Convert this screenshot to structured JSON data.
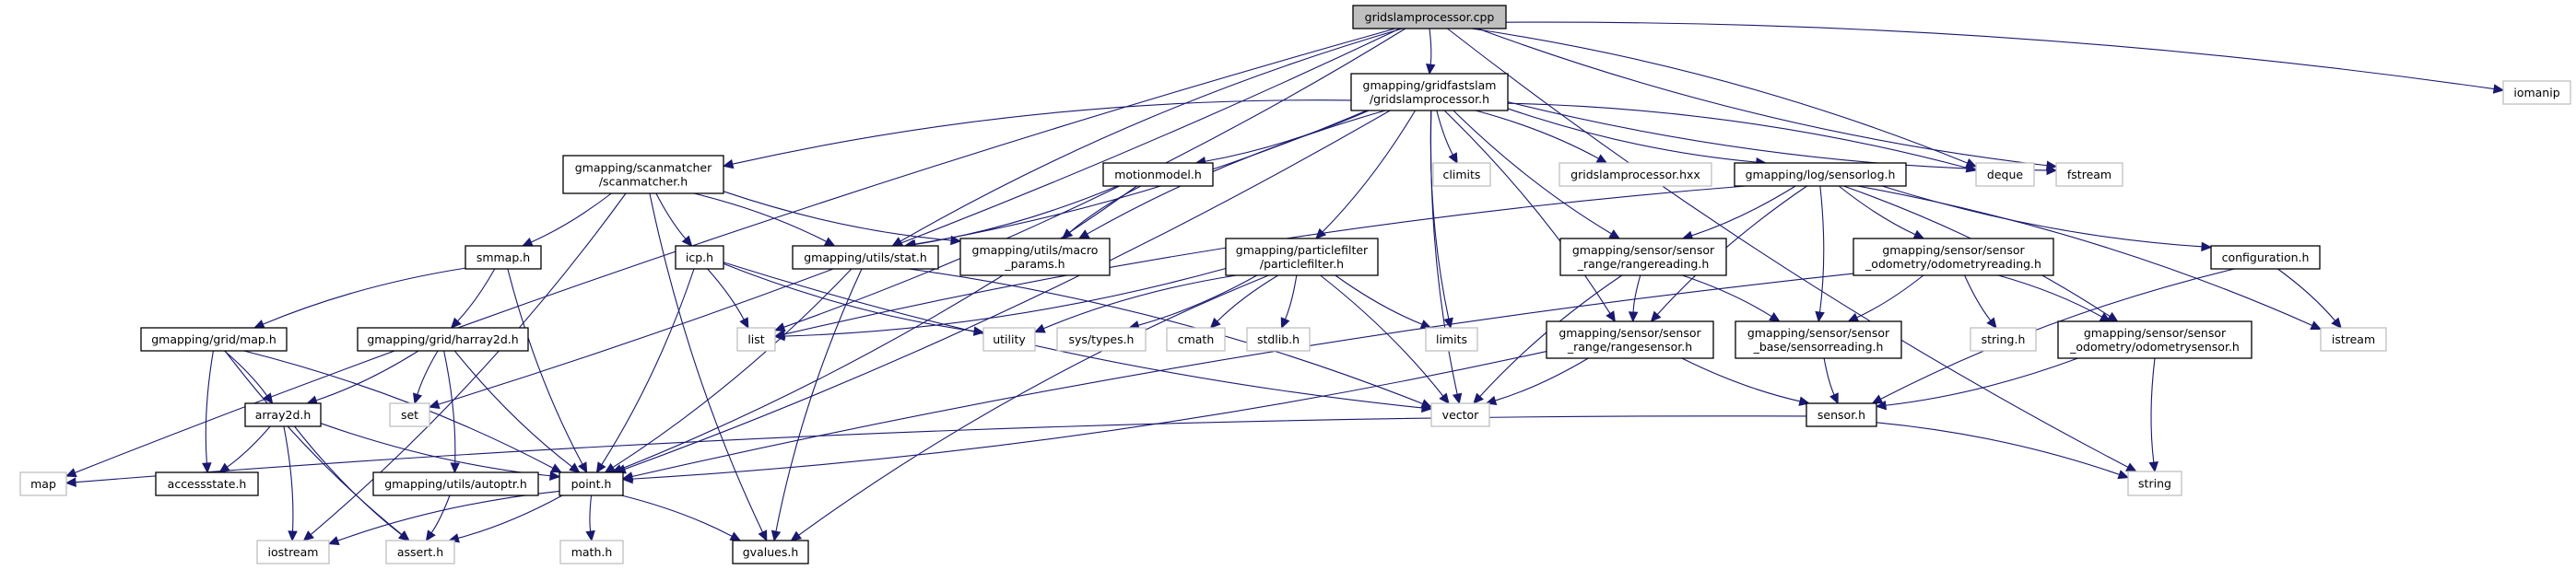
{
  "title": "gridslamprocessor.cpp include dependency graph",
  "colors": {
    "edge": "#191970",
    "root_fill": "#bfbfbf",
    "internal_border": "#000000",
    "external_border": "#bfbfbf"
  },
  "nodes": [
    {
      "id": "cpp",
      "label": [
        "gridslamprocessor.cpp"
      ],
      "kind": "root"
    },
    {
      "id": "gsp",
      "label": [
        "gmapping/gridfastslam",
        "/gridslamprocessor.h"
      ],
      "kind": "internal"
    },
    {
      "id": "scanmatcher",
      "label": [
        "gmapping/scanmatcher",
        "/scanmatcher.h"
      ],
      "kind": "internal"
    },
    {
      "id": "motionmodel",
      "label": [
        "motionmodel.h"
      ],
      "kind": "internal"
    },
    {
      "id": "climits",
      "label": [
        "climits"
      ],
      "kind": "external"
    },
    {
      "id": "hxx",
      "label": [
        "gridslamprocessor.hxx"
      ],
      "kind": "external"
    },
    {
      "id": "sensorlog",
      "label": [
        "gmapping/log/sensorlog.h"
      ],
      "kind": "internal"
    },
    {
      "id": "deque",
      "label": [
        "deque"
      ],
      "kind": "external"
    },
    {
      "id": "fstream",
      "label": [
        "fstream"
      ],
      "kind": "external"
    },
    {
      "id": "iomanip",
      "label": [
        "iomanip"
      ],
      "kind": "external"
    },
    {
      "id": "smmap",
      "label": [
        "smmap.h"
      ],
      "kind": "internal"
    },
    {
      "id": "icp",
      "label": [
        "icp.h"
      ],
      "kind": "internal"
    },
    {
      "id": "stat",
      "label": [
        "gmapping/utils/stat.h"
      ],
      "kind": "internal"
    },
    {
      "id": "macro",
      "label": [
        "gmapping/utils/macro",
        "_params.h"
      ],
      "kind": "internal"
    },
    {
      "id": "pf",
      "label": [
        "gmapping/particlefilter",
        "/particlefilter.h"
      ],
      "kind": "internal"
    },
    {
      "id": "rangereading",
      "label": [
        "gmapping/sensor/sensor",
        "_range/rangereading.h"
      ],
      "kind": "internal"
    },
    {
      "id": "odomreading",
      "label": [
        "gmapping/sensor/sensor",
        "_odometry/odometryreading.h"
      ],
      "kind": "internal"
    },
    {
      "id": "configuration",
      "label": [
        "configuration.h"
      ],
      "kind": "internal"
    },
    {
      "id": "mapgrid",
      "label": [
        "gmapping/grid/map.h"
      ],
      "kind": "internal"
    },
    {
      "id": "harray2d",
      "label": [
        "gmapping/grid/harray2d.h"
      ],
      "kind": "internal"
    },
    {
      "id": "list",
      "label": [
        "list"
      ],
      "kind": "external"
    },
    {
      "id": "utility",
      "label": [
        "utility"
      ],
      "kind": "external"
    },
    {
      "id": "systypes",
      "label": [
        "sys/types.h"
      ],
      "kind": "external"
    },
    {
      "id": "cmath",
      "label": [
        "cmath"
      ],
      "kind": "external"
    },
    {
      "id": "stdlib",
      "label": [
        "stdlib.h"
      ],
      "kind": "external"
    },
    {
      "id": "limits",
      "label": [
        "limits"
      ],
      "kind": "external"
    },
    {
      "id": "rangesensor",
      "label": [
        "gmapping/sensor/sensor",
        "_range/rangesensor.h"
      ],
      "kind": "internal"
    },
    {
      "id": "sensorreading",
      "label": [
        "gmapping/sensor/sensor",
        "_base/sensorreading.h"
      ],
      "kind": "internal"
    },
    {
      "id": "stringh",
      "label": [
        "string.h"
      ],
      "kind": "external"
    },
    {
      "id": "odomsensor",
      "label": [
        "gmapping/sensor/sensor",
        "_odometry/odometrysensor.h"
      ],
      "kind": "internal"
    },
    {
      "id": "istream",
      "label": [
        "istream"
      ],
      "kind": "external"
    },
    {
      "id": "array2d",
      "label": [
        "array2d.h"
      ],
      "kind": "internal"
    },
    {
      "id": "set",
      "label": [
        "set"
      ],
      "kind": "external"
    },
    {
      "id": "vector",
      "label": [
        "vector"
      ],
      "kind": "external"
    },
    {
      "id": "sensor",
      "label": [
        "sensor.h"
      ],
      "kind": "internal"
    },
    {
      "id": "map",
      "label": [
        "map"
      ],
      "kind": "external"
    },
    {
      "id": "accessstate",
      "label": [
        "accessstate.h"
      ],
      "kind": "internal"
    },
    {
      "id": "autoptr",
      "label": [
        "gmapping/utils/autoptr.h"
      ],
      "kind": "internal"
    },
    {
      "id": "point",
      "label": [
        "point.h"
      ],
      "kind": "internal"
    },
    {
      "id": "string",
      "label": [
        "string"
      ],
      "kind": "external"
    },
    {
      "id": "iostream",
      "label": [
        "iostream"
      ],
      "kind": "external"
    },
    {
      "id": "assert",
      "label": [
        "assert.h"
      ],
      "kind": "external"
    },
    {
      "id": "mathh",
      "label": [
        "math.h"
      ],
      "kind": "external"
    },
    {
      "id": "gvalues",
      "label": [
        "gvalues.h"
      ],
      "kind": "internal"
    }
  ],
  "edges": [
    [
      "cpp",
      "gsp"
    ],
    [
      "cpp",
      "map"
    ],
    [
      "cpp",
      "list"
    ],
    [
      "cpp",
      "stat"
    ],
    [
      "cpp",
      "deque"
    ],
    [
      "cpp",
      "fstream"
    ],
    [
      "cpp",
      "iomanip"
    ],
    [
      "cpp",
      "string"
    ],
    [
      "cpp",
      "set"
    ],
    [
      "gsp",
      "scanmatcher"
    ],
    [
      "gsp",
      "motionmodel"
    ],
    [
      "gsp",
      "climits"
    ],
    [
      "gsp",
      "hxx"
    ],
    [
      "gsp",
      "sensorlog"
    ],
    [
      "gsp",
      "deque"
    ],
    [
      "gsp",
      "fstream"
    ],
    [
      "gsp",
      "stat"
    ],
    [
      "gsp",
      "macro"
    ],
    [
      "gsp",
      "pf"
    ],
    [
      "gsp",
      "rangereading"
    ],
    [
      "gsp",
      "rangesensor"
    ],
    [
      "gsp",
      "limits"
    ],
    [
      "gsp",
      "point"
    ],
    [
      "gsp",
      "vector"
    ],
    [
      "scanmatcher",
      "smmap"
    ],
    [
      "scanmatcher",
      "icp"
    ],
    [
      "scanmatcher",
      "stat"
    ],
    [
      "scanmatcher",
      "macro"
    ],
    [
      "scanmatcher",
      "iostream"
    ],
    [
      "scanmatcher",
      "gvalues"
    ],
    [
      "motionmodel",
      "stat"
    ],
    [
      "motionmodel",
      "macro"
    ],
    [
      "motionmodel",
      "point"
    ],
    [
      "sensorlog",
      "list"
    ],
    [
      "sensorlog",
      "rangereading"
    ],
    [
      "sensorlog",
      "rangesensor"
    ],
    [
      "sensorlog",
      "sensorreading"
    ],
    [
      "sensorlog",
      "odomreading"
    ],
    [
      "sensorlog",
      "odomsensor"
    ],
    [
      "sensorlog",
      "configuration"
    ],
    [
      "sensorlog",
      "istream"
    ],
    [
      "smmap",
      "mapgrid"
    ],
    [
      "smmap",
      "harray2d"
    ],
    [
      "smmap",
      "point"
    ],
    [
      "icp",
      "list"
    ],
    [
      "icp",
      "utility"
    ],
    [
      "icp",
      "point"
    ],
    [
      "icp",
      "vector"
    ],
    [
      "stat",
      "point"
    ],
    [
      "stat",
      "gvalues"
    ],
    [
      "stat",
      "vector"
    ],
    [
      "pf",
      "utility"
    ],
    [
      "pf",
      "systypes"
    ],
    [
      "pf",
      "cmath"
    ],
    [
      "pf",
      "stdlib"
    ],
    [
      "pf",
      "limits"
    ],
    [
      "pf",
      "vector"
    ],
    [
      "pf",
      "gvalues"
    ],
    [
      "pf",
      "list"
    ],
    [
      "rangereading",
      "rangesensor"
    ],
    [
      "rangereading",
      "sensorreading"
    ],
    [
      "rangereading",
      "vector"
    ],
    [
      "odomreading",
      "sensorreading"
    ],
    [
      "odomreading",
      "stringh"
    ],
    [
      "odomreading",
      "odomsensor"
    ],
    [
      "odomreading",
      "point"
    ],
    [
      "configuration",
      "istream"
    ],
    [
      "configuration",
      "sensor"
    ],
    [
      "mapgrid",
      "array2d"
    ],
    [
      "mapgrid",
      "accessstate"
    ],
    [
      "mapgrid",
      "point"
    ],
    [
      "mapgrid",
      "assert"
    ],
    [
      "harray2d",
      "array2d"
    ],
    [
      "harray2d",
      "set"
    ],
    [
      "harray2d",
      "autoptr"
    ],
    [
      "harray2d",
      "point"
    ],
    [
      "rangesensor",
      "vector"
    ],
    [
      "rangesensor",
      "sensor"
    ],
    [
      "rangesensor",
      "point"
    ],
    [
      "sensorreading",
      "sensor"
    ],
    [
      "odomsensor",
      "sensor"
    ],
    [
      "odomsensor",
      "string"
    ],
    [
      "array2d",
      "accessstate"
    ],
    [
      "array2d",
      "point"
    ],
    [
      "array2d",
      "iostream"
    ],
    [
      "array2d",
      "assert"
    ],
    [
      "sensor",
      "string"
    ],
    [
      "sensor",
      "map"
    ],
    [
      "autoptr",
      "assert"
    ],
    [
      "point",
      "iostream"
    ],
    [
      "point",
      "assert"
    ],
    [
      "point",
      "mathh"
    ],
    [
      "point",
      "gvalues"
    ]
  ]
}
